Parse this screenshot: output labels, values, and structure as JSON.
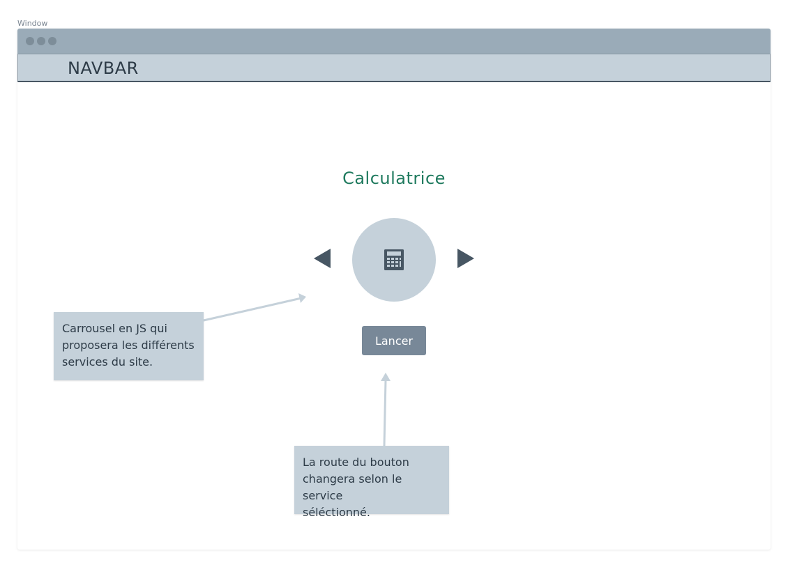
{
  "window": {
    "label": "Window"
  },
  "navbar": {
    "title": "NAVBAR"
  },
  "carousel": {
    "title": "Calculatrice",
    "icon": "calculator-icon",
    "prev_icon": "arrow-left-icon",
    "next_icon": "arrow-right-icon"
  },
  "button": {
    "label": "Lancer"
  },
  "notes": {
    "carousel": [
      "Carrousel en JS qui",
      "proposera les différents",
      "services du site."
    ],
    "button": [
      "La route du bouton",
      "changera selon le service",
      "séléctionné."
    ]
  },
  "colors": {
    "titlebar": "#9aabb8",
    "navbar": "#c5d1da",
    "accent": "#1f7a5e",
    "button": "#788898",
    "dark": "#475663"
  }
}
